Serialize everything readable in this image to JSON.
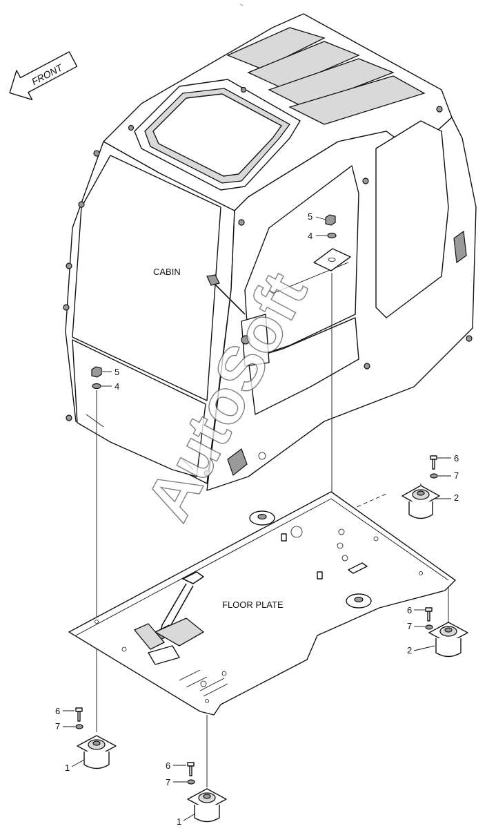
{
  "header": {
    "tiny_mark": "~"
  },
  "front_arrow": {
    "label": "FRONT"
  },
  "labels": {
    "cabin": "CABIN",
    "floor_plate": "FLOOR PLATE"
  },
  "watermark": {
    "text": "AutoSoft"
  },
  "callouts": {
    "c5_upper": "5",
    "c4_upper": "4",
    "c5_left": "5",
    "c4_left": "4",
    "c6_top_right": "6",
    "c7_top_right": "7",
    "c2_top_right": "2",
    "c6_mid_right": "6",
    "c7_mid_right": "7",
    "c2_mid_right": "2",
    "c6_bottom_left": "6",
    "c7_bottom_left": "7",
    "c1_bottom_left": "1",
    "c6_bottom_center": "6",
    "c7_bottom_center": "7",
    "c1_bottom_center": "1"
  }
}
